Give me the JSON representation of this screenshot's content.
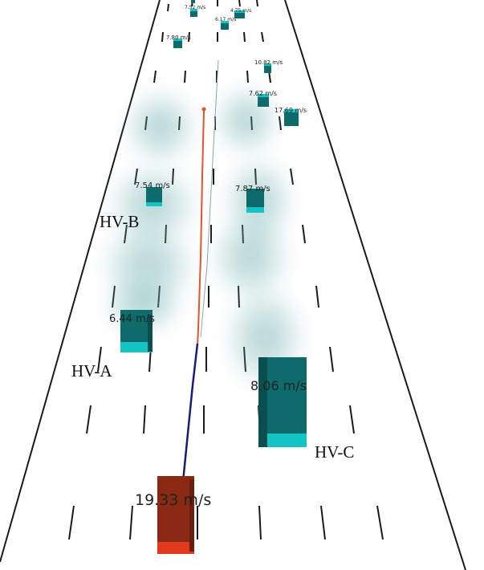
{
  "colors": {
    "road_edge": "#1a1a1a",
    "lane_dash": "#1a1a1a",
    "hv_face": "#0e6b6b",
    "hv_top": "#14c4c4",
    "av_face": "#8a2a14",
    "av_top": "#e0391c",
    "uncertainty": "#5aa6a6",
    "planned_path": "#e0552a",
    "executed_path": "#1a1a7a"
  },
  "labels": {
    "hv_a": "HV-A",
    "hv_b": "HV-B",
    "hv_c": "HV-C"
  },
  "vehicles": {
    "ego": {
      "speed": "19.33  m/s"
    },
    "hv_a": {
      "speed": "6.44  m/s"
    },
    "hv_b": {
      "speed": "7.54  m/s"
    },
    "hv_c": {
      "speed": "8.06  m/s"
    },
    "mid_right": {
      "speed": "7.87  m/s"
    },
    "far_1": {
      "speed": "7.62  m/s"
    },
    "far_2": {
      "speed": "17.69  m/s"
    },
    "far_3": {
      "speed": "10.82  m/s"
    },
    "far_4": {
      "speed": "7.80  m/s"
    },
    "far_5": {
      "speed": "6.17  m/s"
    },
    "far_6": {
      "speed": "4.75  m/s"
    },
    "far_7": {
      "speed": "7.52  m/s"
    }
  }
}
